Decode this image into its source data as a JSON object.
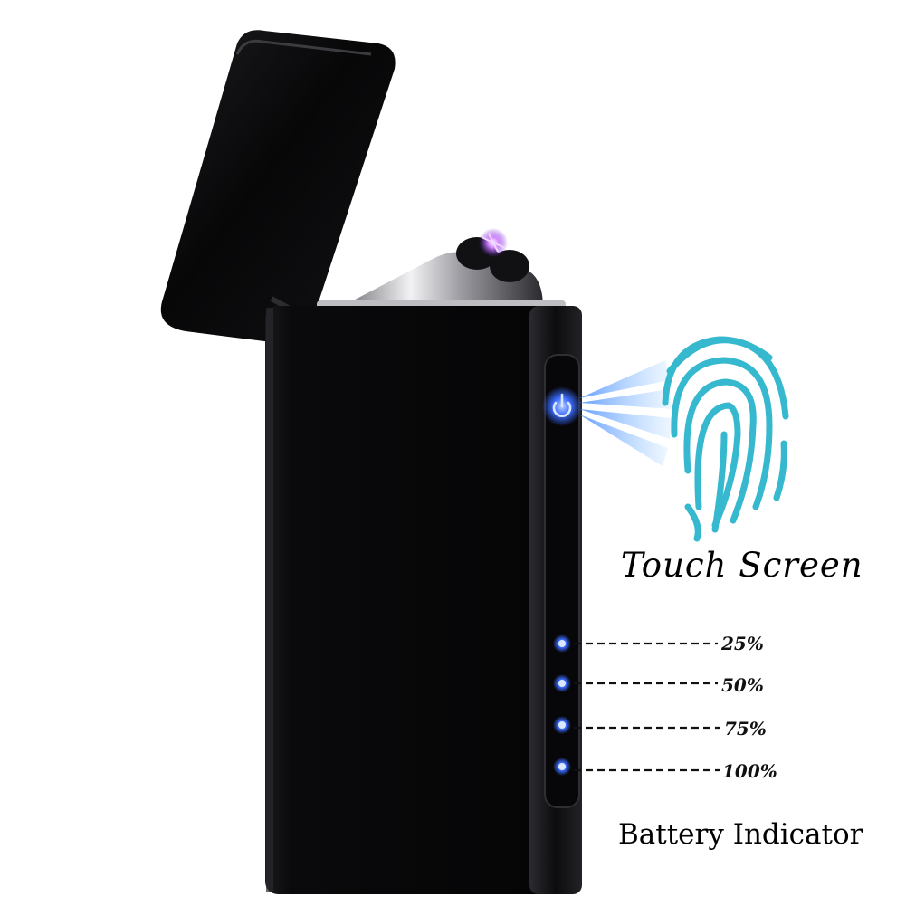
{
  "labels": {
    "touch": "Touch Screen",
    "battery": "Battery Indicator"
  },
  "battery_levels": [
    "25%",
    "50%",
    "75%",
    "100%"
  ],
  "colors": {
    "body": "#0b0b0d",
    "led_blue": "#3a6bff",
    "fingerprint": "#36b8cf",
    "arc_purple": "#b04cff"
  },
  "icons": {
    "power": "power-icon",
    "fingerprint": "fingerprint-icon"
  }
}
